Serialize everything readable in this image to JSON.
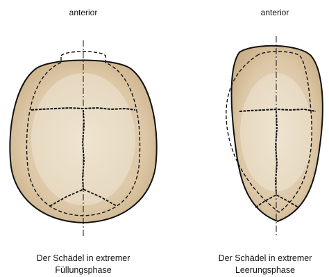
{
  "left_panel": {
    "orientation_label": "anterior",
    "caption_line1": "Der Schädel in extremer",
    "caption_line2": "Füllungsphase"
  },
  "right_panel": {
    "orientation_label": "anterior",
    "caption_line1": "Der Schädel in extremer",
    "caption_line2": "Leerungsphase"
  },
  "colors": {
    "skull_fill": "#d9c3a0",
    "skull_inner": "#e9dcc6",
    "outline": "#111111"
  }
}
